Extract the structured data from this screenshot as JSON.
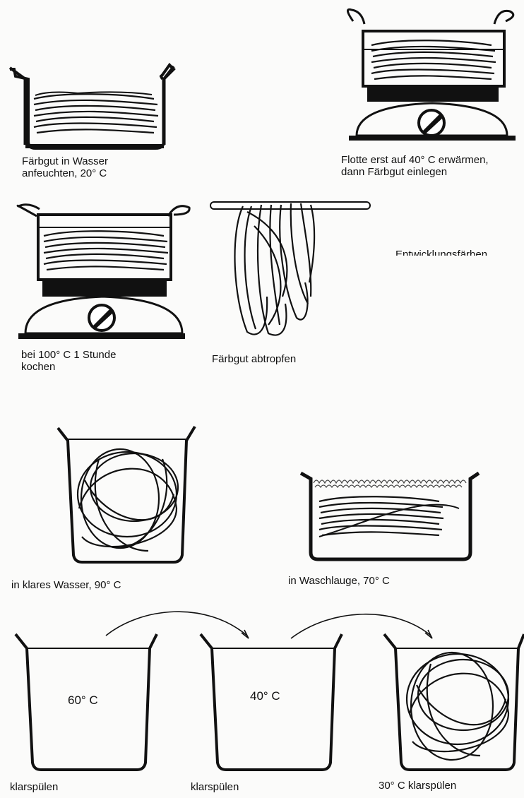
{
  "steps": [
    {
      "id": "moisten",
      "lines": [
        "Färbgut in Wasser",
        "anfeuchten, 20° C"
      ]
    },
    {
      "id": "heat",
      "lines": [
        "Flotte erst auf 40° C erwärmen,",
        "dann Färbgut einlegen"
      ]
    },
    {
      "id": "boil",
      "lines": [
        "bei 100° C 1 Stunde",
        "kochen"
      ]
    },
    {
      "id": "drip",
      "lines": [
        "Färbgut abtropfen"
      ]
    },
    {
      "id": "side_label",
      "lines": [
        "Entwicklungsfärben"
      ]
    },
    {
      "id": "clear_water",
      "lines": [
        "in klares Wasser, 90° C"
      ]
    },
    {
      "id": "wash",
      "lines": [
        "in Waschlauge, 70° C"
      ]
    },
    {
      "id": "rinse1",
      "lines": [
        "klarspülen"
      ],
      "temp": "60° C"
    },
    {
      "id": "rinse2",
      "lines": [
        "klarspülen"
      ],
      "temp": "40° C"
    },
    {
      "id": "rinse3",
      "lines": [
        "30° C klarspülen"
      ]
    }
  ]
}
